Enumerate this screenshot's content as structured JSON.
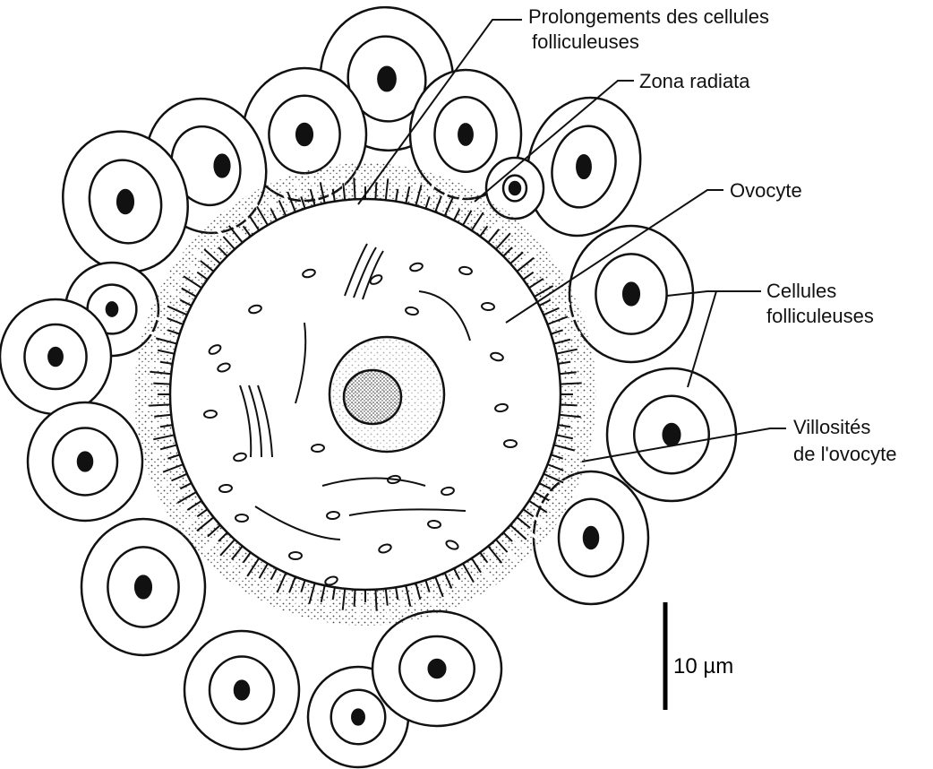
{
  "labels": {
    "prolongements_line1": "Prolongements des cellules",
    "prolongements_line2": "folliculeuses",
    "zona_radiata": "Zona radiata",
    "ovocyte": "Ovocyte",
    "cellules_line1": "Cellules",
    "cellules_line2": "folliculeuses",
    "villosites_line1": "Villosités",
    "villosites_line2": "de l'ovocyte"
  },
  "scale_bar": {
    "label": "10 µm"
  },
  "colors": {
    "ink": "#111111",
    "stipple": "#555555",
    "background": "#ffffff"
  }
}
